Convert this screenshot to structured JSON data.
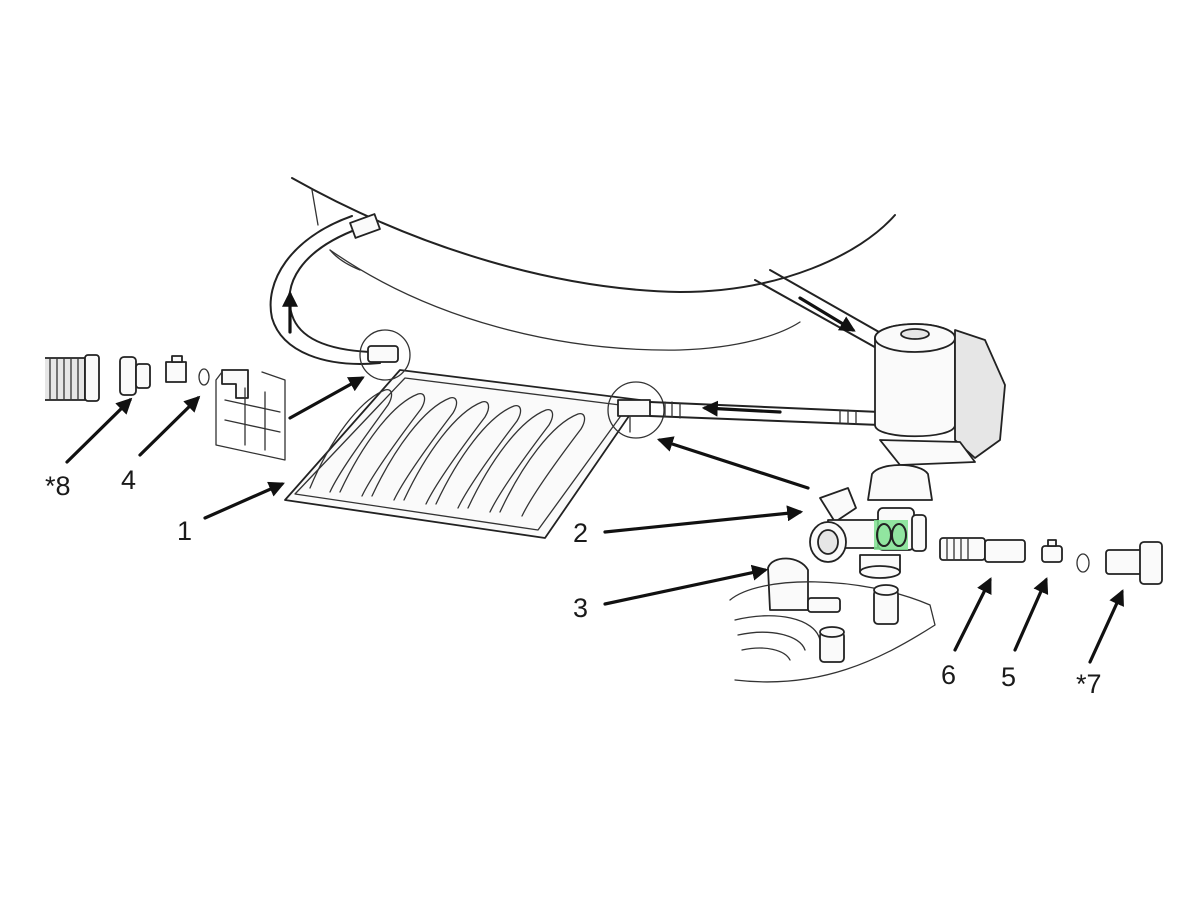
{
  "diagram": {
    "highlight_color": "#7ee08f",
    "callouts": [
      {
        "id": "1",
        "label": "1"
      },
      {
        "id": "2",
        "label": "2"
      },
      {
        "id": "3",
        "label": "3"
      },
      {
        "id": "4",
        "label": "4"
      },
      {
        "id": "5",
        "label": "5"
      },
      {
        "id": "6",
        "label": "6"
      },
      {
        "id": "7",
        "label": "*7"
      },
      {
        "id": "8",
        "label": "*8"
      }
    ]
  }
}
